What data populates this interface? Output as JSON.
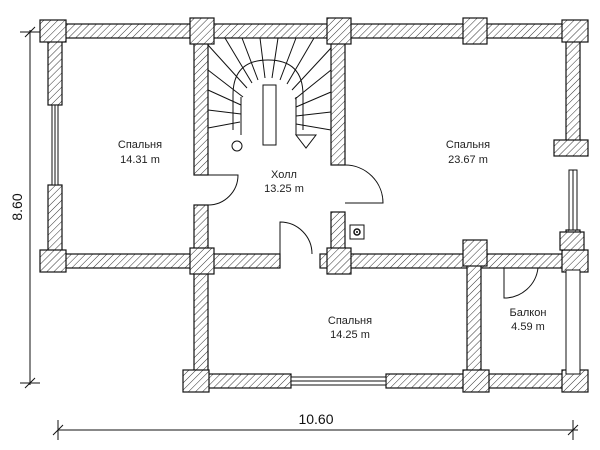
{
  "plan": {
    "dimensions": {
      "width": "10.60",
      "height": "8.60"
    },
    "rooms": [
      {
        "name": "Спальня",
        "area": "14.31 m"
      },
      {
        "name": "Холл",
        "area": "13.25 m"
      },
      {
        "name": "Спальня",
        "area": "23.67 m"
      },
      {
        "name": "Спальня",
        "area": "14.25 m"
      },
      {
        "name": "Балкон",
        "area": "4.59 m"
      }
    ]
  }
}
